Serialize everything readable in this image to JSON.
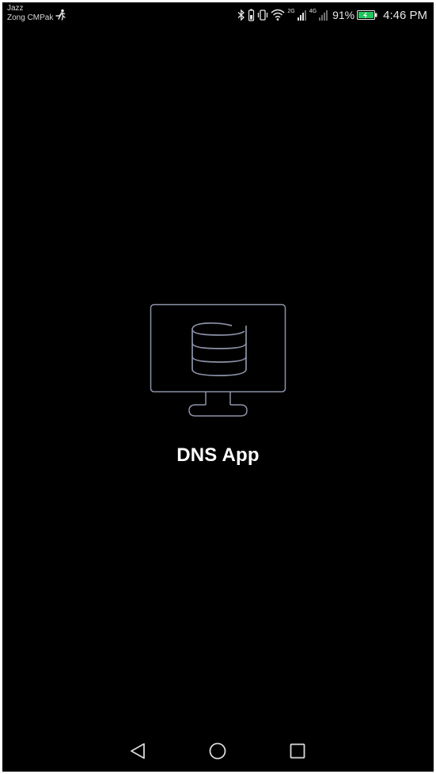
{
  "status_bar": {
    "carrier_1": "Jazz",
    "carrier_2": "Zong CMPak",
    "network_1": "2G",
    "network_2": "4G",
    "battery_percent": "91%",
    "time": "4:46 PM",
    "icons": [
      "runner-icon",
      "bluetooth-icon",
      "battery-vibrate-icon",
      "vibrate-icon",
      "wifi-icon",
      "signal-icon",
      "battery-icon"
    ],
    "battery_color": "#22c55e"
  },
  "splash": {
    "logo_icon": "database-monitor-icon",
    "app_name": "DNS App",
    "logo_stroke_color": "#8d93a8",
    "background_color": "#000000"
  },
  "nav_bar": {
    "buttons": [
      "back-icon",
      "home-icon",
      "recents-icon"
    ]
  }
}
